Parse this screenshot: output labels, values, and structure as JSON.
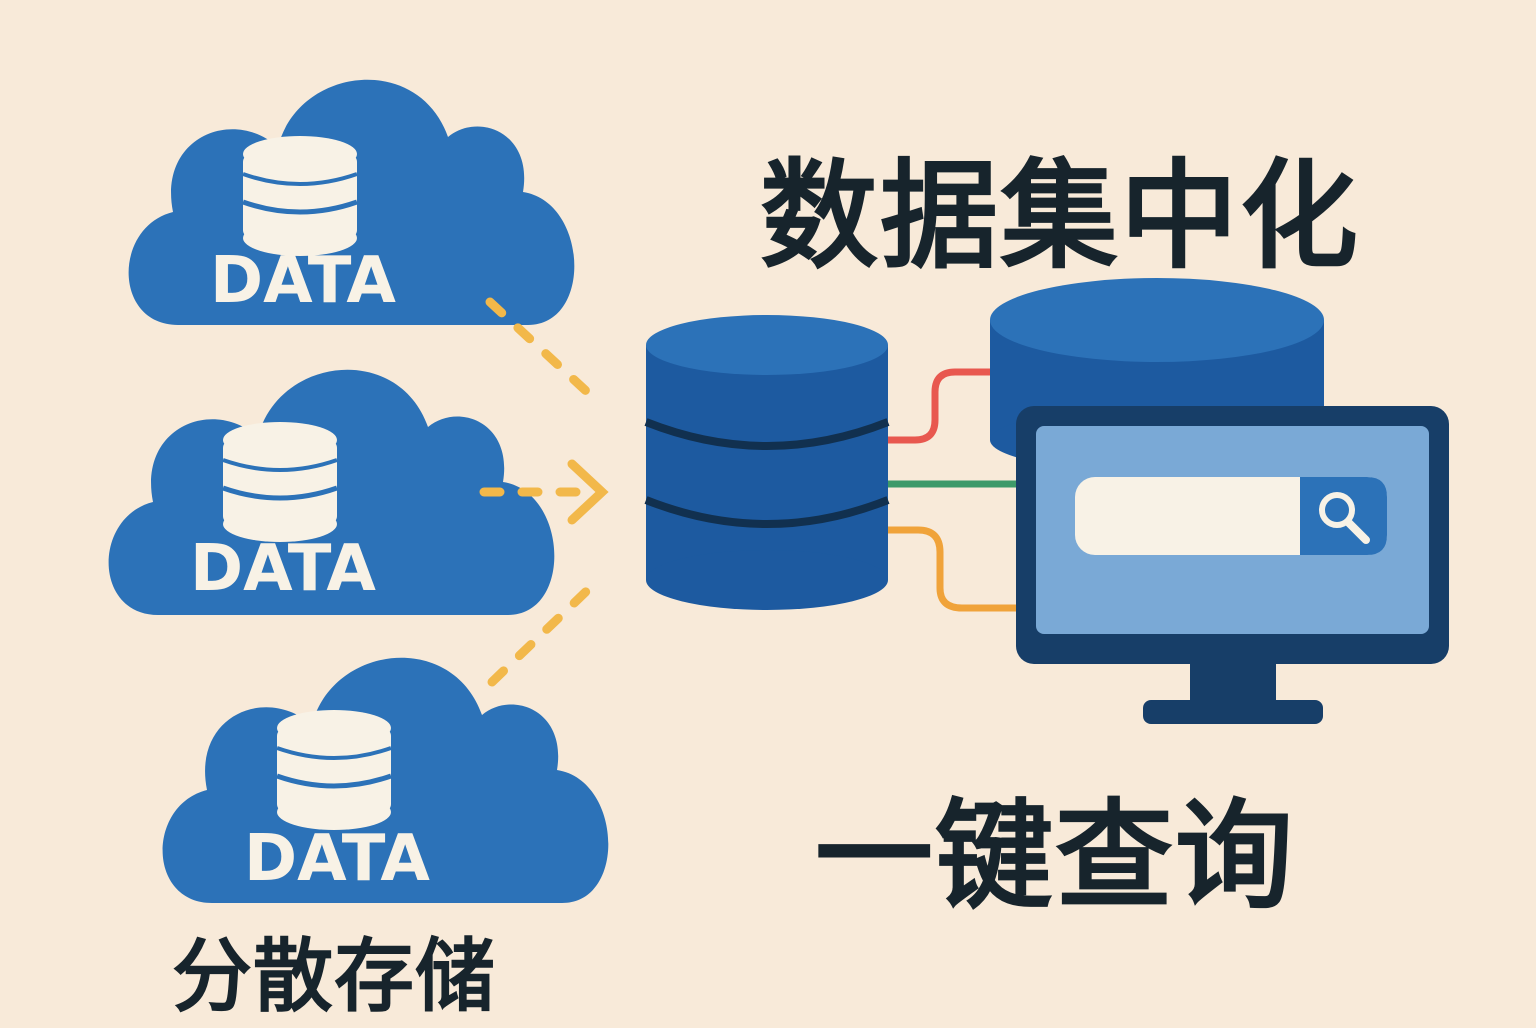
{
  "title": "数据集中化",
  "subtitle_query": "一键查询",
  "subtitle_distributed": "分散存储",
  "clouds": [
    {
      "label": "DATA"
    },
    {
      "label": "DATA"
    },
    {
      "label": "DATA"
    }
  ],
  "icons": {
    "cloud": "cloud-database-icon",
    "central_database": "database-icon",
    "server": "server-cylinder-icon",
    "monitor": "monitor-icon",
    "search": "magnifier-icon"
  },
  "colors": {
    "background": "#f8ead9",
    "blue": "#2c72b8",
    "dark_blue": "#1d4f86",
    "navy": "#173e68",
    "screen": "#7aa9d6",
    "cream": "#f8f2e6",
    "arrow": "#f2b84a",
    "line_red": "#e8584f",
    "line_green": "#3d9a6a",
    "line_orange": "#f0a33a",
    "text": "#17242c"
  }
}
